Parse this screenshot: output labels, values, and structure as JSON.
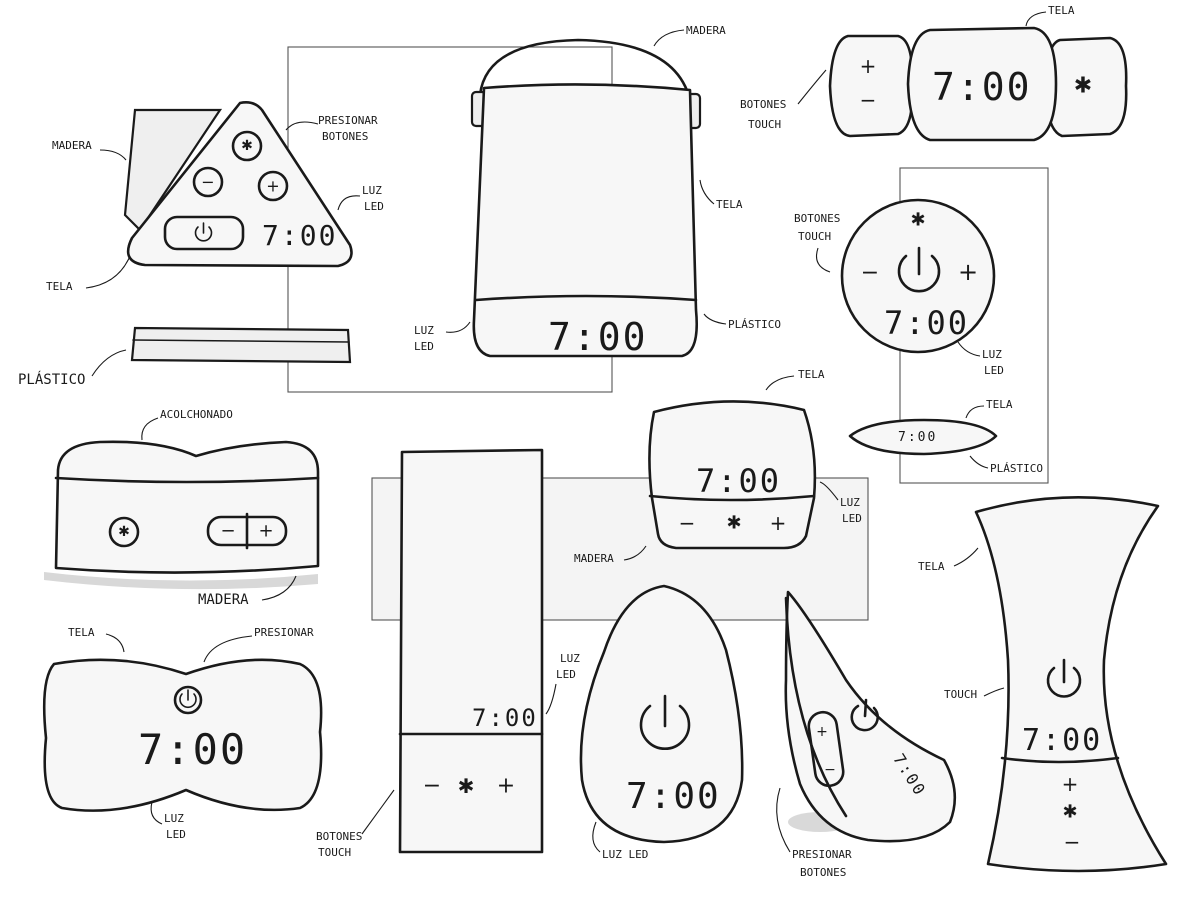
{
  "labels": {
    "madera": "MADERA",
    "madera_top": "MADERA",
    "presionar_botones_1": "PRESIONAR",
    "presionar_botones_2": "BOTONES",
    "luz_led_1a": "LUZ",
    "luz_led_1b": "LED",
    "tela_1": "TELA",
    "plastico_1": "PLÁSTICO",
    "tela_lantern": "TELA",
    "luz_led_2a": "LUZ",
    "luz_led_2b": "LED",
    "plastico_2": "PLÁSTICO",
    "tela_top_right": "TELA",
    "botones_touch_1a": "BOTONES",
    "botones_touch_1b": "TOUCH",
    "botones_touch_2a": "BOTONES",
    "botones_touch_2b": "TOUCH",
    "luz_led_3a": "LUZ",
    "luz_led_3b": "LED",
    "tela_disc": "TELA",
    "plastico_disc": "PLÁSTICO",
    "acolchonado": "ACOLCHONADO",
    "madera_pillow": "MADERA",
    "tela_cup": "TELA",
    "luz_led_cup_a": "LUZ",
    "luz_led_cup_b": "LED",
    "madera_cup": "MADERA",
    "tela_bow": "TELA",
    "presionar_bow": "PRESIONAR",
    "luz_led_bow_a": "LUZ",
    "luz_led_bow_b": "LED",
    "luz_led_tall_a": "LUZ",
    "luz_led_tall_b": "LED",
    "botones_touch_tall_a": "BOTONES",
    "botones_touch_tall_b": "TOUCH",
    "luz_led_egg": "LUZ LED",
    "presionar_botones_shell_a": "PRESIONAR",
    "presionar_botones_shell_b": "BOTONES",
    "tela_hour": "TELA",
    "touch_hour": "TOUCH"
  },
  "displays": {
    "time": "7:00"
  },
  "icons": {
    "bluetooth": "bluetooth-icon",
    "power": "power-icon",
    "plus": "plus-icon",
    "minus": "minus-icon"
  },
  "glyphs": {
    "plus": "+",
    "minus": "−",
    "bluetooth": "✱"
  }
}
